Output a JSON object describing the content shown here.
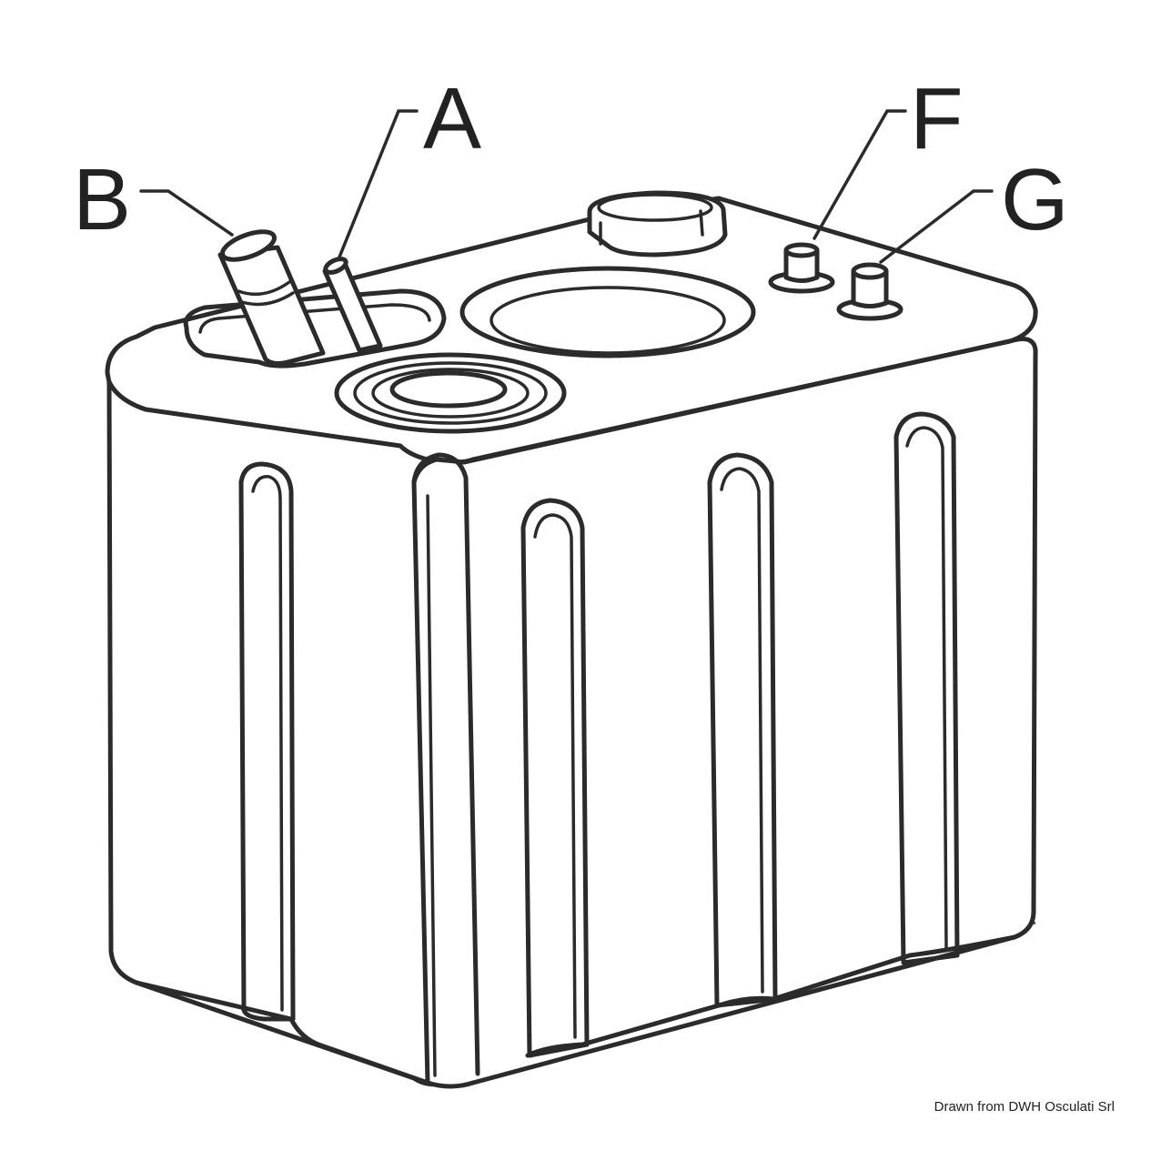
{
  "labels": {
    "a": "A",
    "b": "B",
    "f": "F",
    "g": "G"
  },
  "credit": "Drawn from DWH Osculati Srl",
  "colors": {
    "line": "#2b2b2b",
    "background": "#ffffff"
  }
}
